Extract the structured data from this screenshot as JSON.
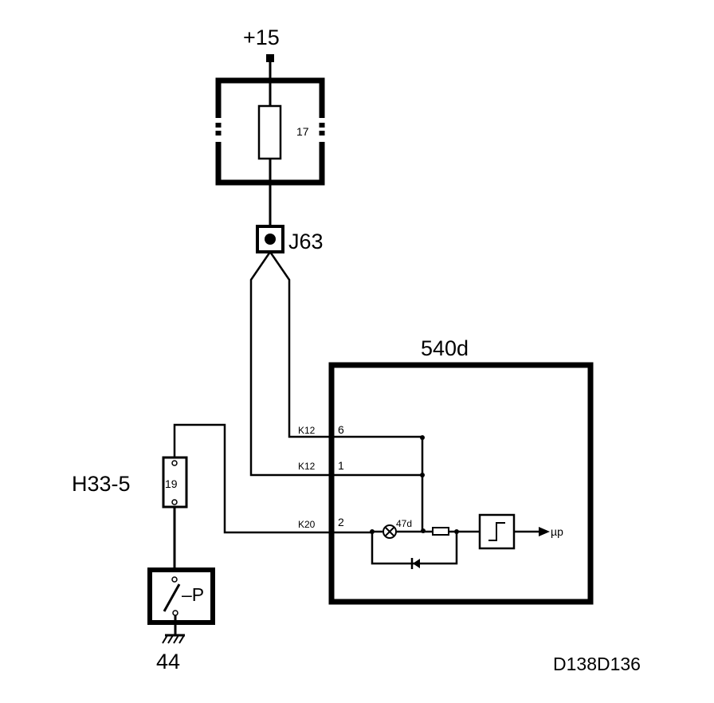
{
  "supply": {
    "label": "+15"
  },
  "fuse_box": {
    "fuse_number": "17"
  },
  "connector": {
    "label": "J63"
  },
  "control_unit": {
    "label": "540d",
    "pins": [
      {
        "connector": "K12",
        "number": "6"
      },
      {
        "connector": "K12",
        "number": "1"
      },
      {
        "connector": "K20",
        "number": "2"
      }
    ],
    "lamp_label": "47d",
    "output_label": "µp"
  },
  "inline_connector": {
    "label": "H33-5",
    "number": "19"
  },
  "pressure_switch": {
    "symbol": "–P"
  },
  "ground": {
    "label": "44"
  },
  "drawing_id": "D138D136"
}
